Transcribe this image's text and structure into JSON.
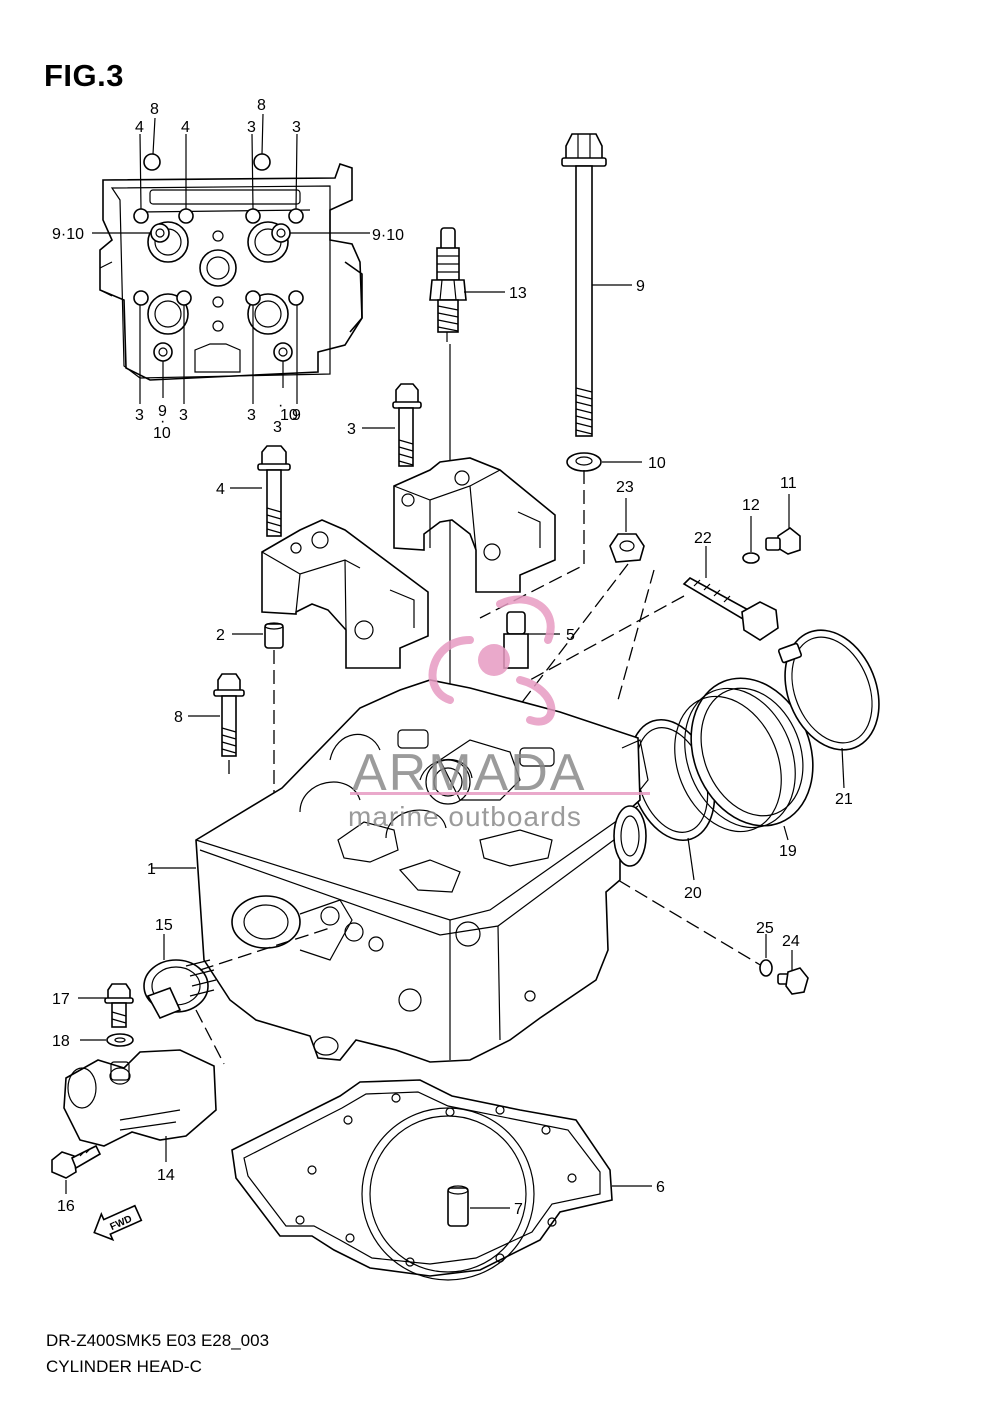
{
  "figure": {
    "title": "FIG.3",
    "code": "DR-Z400SMK5 E03 E28_003",
    "name": "CYLINDER HEAD-C"
  },
  "watermark": {
    "brand": "ARMADA",
    "tagline": "marine outboards",
    "accent_color": "#e79bc2"
  },
  "fwd_arrow": {
    "label": "FWD"
  },
  "inset_callouts": {
    "top": [
      "8",
      "8",
      "4",
      "4",
      "3",
      "3"
    ],
    "sides": [
      "9·10",
      "9·10"
    ],
    "bottom": [
      "3",
      "9",
      "·",
      "10",
      "3",
      "3",
      "9",
      "·",
      "10",
      "3"
    ]
  },
  "callouts": {
    "c1": "1",
    "c2": "2",
    "c3": "3",
    "c4": "4",
    "c5": "5",
    "c6": "6",
    "c7": "7",
    "c8": "8",
    "c9": "9",
    "c10": "10",
    "c11": "11",
    "c12": "12",
    "c13": "13",
    "c14": "14",
    "c15": "15",
    "c16": "16",
    "c17": "17",
    "c18": "18",
    "c19": "19",
    "c20": "20",
    "c21": "21",
    "c22": "22",
    "c23": "23",
    "c24": "24",
    "c25": "25"
  }
}
